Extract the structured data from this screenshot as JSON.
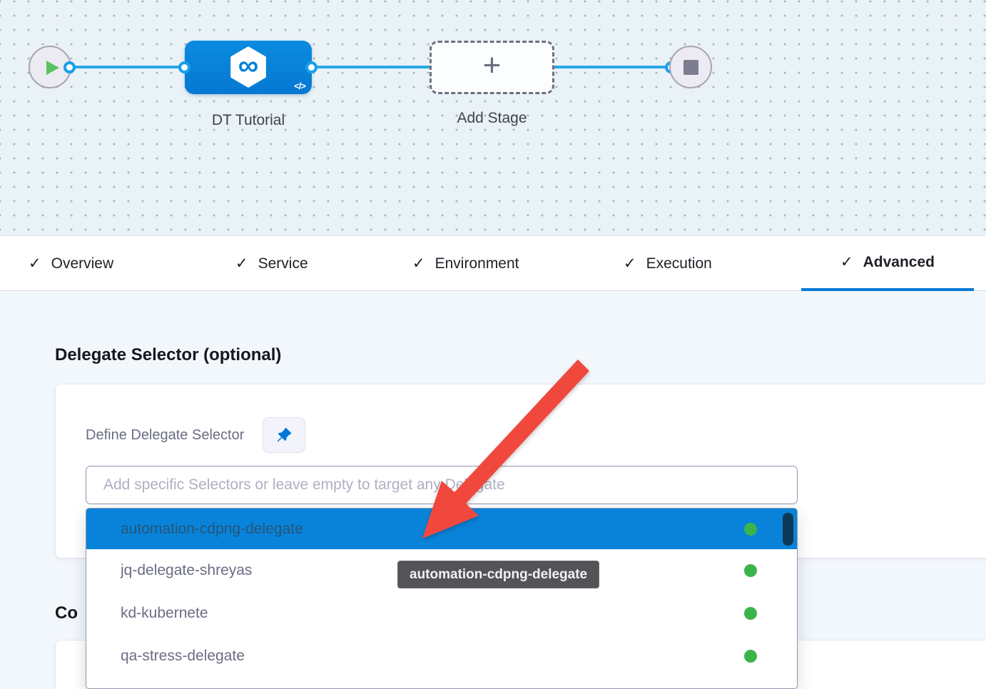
{
  "canvas": {
    "stage_label": "DT Tutorial",
    "add_stage_label": "Add Stage"
  },
  "icons": {
    "check": "✓",
    "plus": "+",
    "infinity": "∞",
    "code": "</>"
  },
  "tabs": [
    {
      "label": "Overview",
      "active": false
    },
    {
      "label": "Service",
      "active": false
    },
    {
      "label": "Environment",
      "active": false
    },
    {
      "label": "Execution",
      "active": false
    },
    {
      "label": "Advanced",
      "active": true
    }
  ],
  "panel": {
    "heading": "Delegate Selector (optional)",
    "define_label": "Define Delegate Selector",
    "input_placeholder": "Add specific Selectors or leave empty to target any Delegate",
    "input_value": ""
  },
  "dropdown": {
    "items": [
      {
        "label": "automation-cdpng-delegate",
        "status": "connected",
        "highlighted": true
      },
      {
        "label": "jq-delegate-shreyas",
        "status": "connected",
        "highlighted": false
      },
      {
        "label": "kd-kubernete",
        "status": "connected",
        "highlighted": false
      },
      {
        "label": "qa-stress-delegate",
        "status": "connected",
        "highlighted": false
      }
    ]
  },
  "tooltip": {
    "text": "automation-cdpng-delegate"
  },
  "section2": {
    "heading_visible": "Co"
  },
  "colors": {
    "accent_blue": "#0278D5",
    "selection_blue": "#0983D9",
    "connector_blue": "#29A8E6",
    "status_green": "#3CB44A",
    "annotation_red": "#F1483E",
    "tooltip_bg": "#545357"
  }
}
